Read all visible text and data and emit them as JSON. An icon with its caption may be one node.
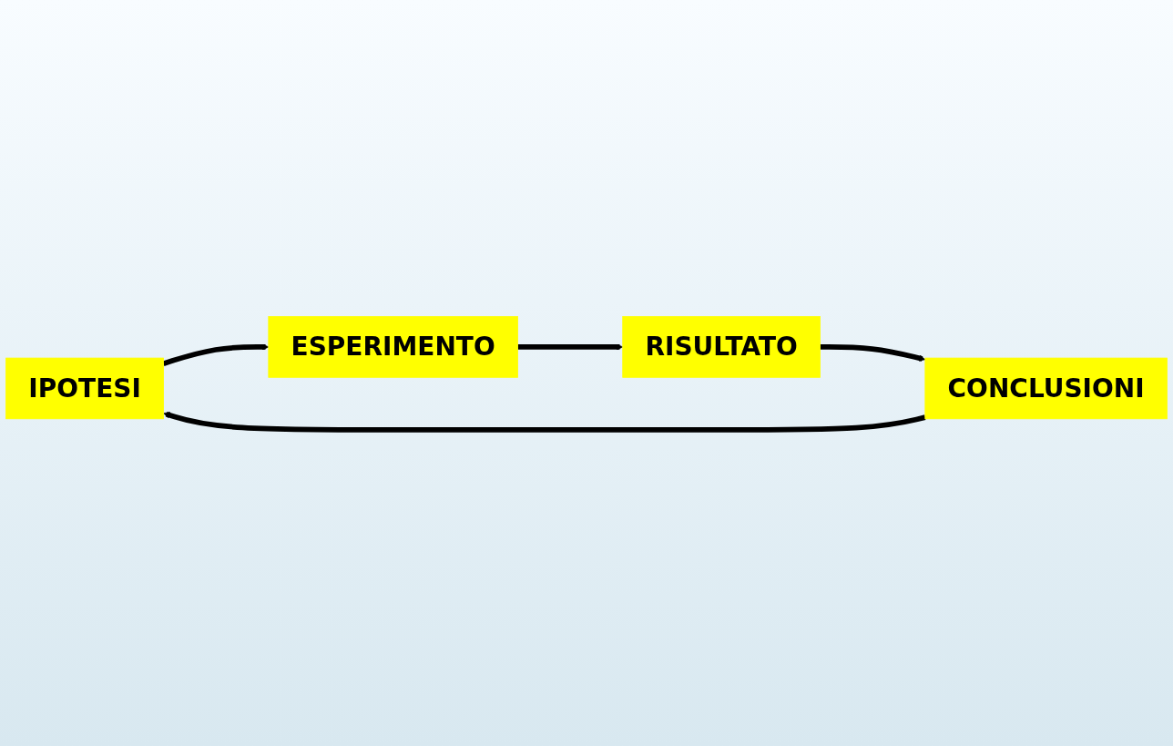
{
  "diagram": {
    "nodes": [
      {
        "text": [
          "IPOTESI"
        ]
      },
      {
        "text": [
          "ESPERIMENTO"
        ]
      },
      {
        "text": [
          "RISULTATO"
        ]
      },
      {
        "text": [
          "CONCLUSIONI"
        ]
      }
    ],
    "edges": [
      {
        "from": 0,
        "to": 1,
        "arrow": "to"
      },
      {
        "from": 1,
        "to": 2,
        "arrow": "to"
      },
      {
        "from": 2,
        "to": 3,
        "arrow": "to"
      },
      {
        "from": 3,
        "to": 0,
        "arrow": "to"
      }
    ]
  }
}
